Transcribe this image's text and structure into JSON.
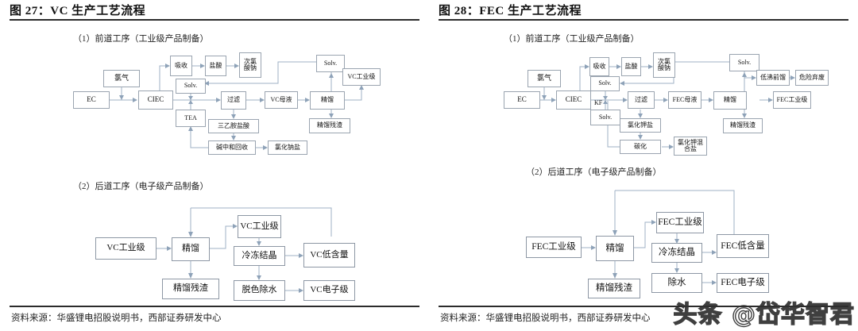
{
  "panels": [
    {
      "title": "图 27：VC 生产工艺流程",
      "section1": "（1）前道工序（工业级产品制备）",
      "section2": "（2）后道工序（电子级产品制备）",
      "source": "资料来源：华盛锂电招股说明书，西部证券研发中心",
      "upper_nodes": [
        {
          "id": "ec",
          "label": "EC"
        },
        {
          "id": "cl2",
          "label": "氯气"
        },
        {
          "id": "ciec",
          "label": "CIEC"
        },
        {
          "id": "absorb",
          "label": "吸收"
        },
        {
          "id": "hcl",
          "label": "盐酸"
        },
        {
          "id": "naclo",
          "label": "次氯\n酸钠"
        },
        {
          "id": "solv1",
          "label": "Solv."
        },
        {
          "id": "tea",
          "label": "TEA"
        },
        {
          "id": "filter",
          "label": "过滤"
        },
        {
          "id": "tea_hcl",
          "label": "三乙胺盐酸"
        },
        {
          "id": "alkali",
          "label": "碱中和回收"
        },
        {
          "id": "nacl",
          "label": "氯化钠盐"
        },
        {
          "id": "vc_mother",
          "label": "VC母液"
        },
        {
          "id": "distill",
          "label": "精馏"
        },
        {
          "id": "solv2",
          "label": "Solv."
        },
        {
          "id": "vc_ind",
          "label": "VC工业级"
        },
        {
          "id": "residue",
          "label": "精馏残渣"
        }
      ],
      "lower_nodes": [
        {
          "id": "vc_ind_in",
          "label": "VC工业级"
        },
        {
          "id": "distill2",
          "label": "精馏"
        },
        {
          "id": "vc_ind_out",
          "label": "VC工业级"
        },
        {
          "id": "freeze",
          "label": "冷冻结晶"
        },
        {
          "id": "vc_low",
          "label": "VC低含量"
        },
        {
          "id": "residue2",
          "label": "精馏残渣"
        },
        {
          "id": "decolor",
          "label": "脱色除水"
        },
        {
          "id": "vc_elec",
          "label": "VC电子级"
        }
      ]
    },
    {
      "title": "图 28：FEC 生产工艺流程",
      "section1": "（1）前道工序（工业级产品制备）",
      "section2": "（2）后道工序（电子级产品制备）",
      "source": "资料来源：华盛锂电招股说明书，西部证券研发中心",
      "kf_label": "KF",
      "upper_nodes": [
        {
          "id": "ec",
          "label": "EC"
        },
        {
          "id": "cl2",
          "label": "氯气"
        },
        {
          "id": "ciec",
          "label": "CIEC"
        },
        {
          "id": "absorb",
          "label": "吸收"
        },
        {
          "id": "hcl",
          "label": "盐酸"
        },
        {
          "id": "naclo",
          "label": "次氯\n酸钠"
        },
        {
          "id": "solv1",
          "label": "Solv."
        },
        {
          "id": "solv_kf",
          "label": "Solv."
        },
        {
          "id": "filter",
          "label": "过滤"
        },
        {
          "id": "kcl_salt",
          "label": "氯化钾盐"
        },
        {
          "id": "carbonize",
          "label": "碳化"
        },
        {
          "id": "kcl_mix",
          "label": "氯化钾混\n合盐"
        },
        {
          "id": "fec_mother",
          "label": "FEC母液"
        },
        {
          "id": "distill",
          "label": "精馏"
        },
        {
          "id": "solv2",
          "label": "Solv."
        },
        {
          "id": "lowboil",
          "label": "低沸前馏"
        },
        {
          "id": "hazard",
          "label": "危险弃废"
        },
        {
          "id": "fec_ind",
          "label": "FEC工业级"
        },
        {
          "id": "residue",
          "label": "精馏残渣"
        }
      ],
      "lower_nodes": [
        {
          "id": "fec_ind_in",
          "label": "FEC工业级"
        },
        {
          "id": "distill2",
          "label": "精馏"
        },
        {
          "id": "fec_ind_out",
          "label": "FEC工业级"
        },
        {
          "id": "freeze",
          "label": "冷冻结晶"
        },
        {
          "id": "fec_low",
          "label": "FEC低含量"
        },
        {
          "id": "residue2",
          "label": "精馏残渣"
        },
        {
          "id": "dewater",
          "label": "除水"
        },
        {
          "id": "fec_elec",
          "label": "FEC电子级"
        }
      ]
    }
  ],
  "watermark": "头条 @岱华智君",
  "colors": {
    "rule": "#2b2b2b",
    "node_border": "#9aa4b0",
    "wire": "#9fb0c4"
  }
}
